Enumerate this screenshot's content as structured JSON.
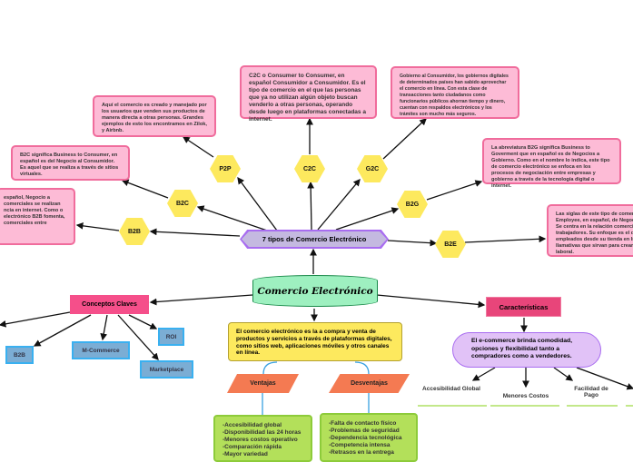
{
  "central": {
    "title": "Comercio Electrónico",
    "definition": "El comercio electrónico es la a compra y venta de productos y servicios a través de plataformas digitales, como sitios web, aplicaciones móviles y otros canales en línea."
  },
  "types": {
    "title": "7 tipos de Comercio Electrónico",
    "items": [
      {
        "label": "P2P",
        "desc": "Aquí el comercio es creado y manejado por los usuarios que venden sus productos de manera directa a otras personas. Grandes ejemplos de esto los encontramos en Zilok, y Airbnb."
      },
      {
        "label": "B2C",
        "desc": "B2C significa Business to Consumer, en español es del Negocio al Consumidor. Es aquel que se realiza a través de sitios virtuales."
      },
      {
        "label": "B2B",
        "desc": "español, Negocio a comerciales se realizan ncia en internet. Como o electrónico B2B fomenta, comerciales entre"
      },
      {
        "label": "C2C",
        "desc": "C2C o Consumer to Consumer, en español Consumidor a Consumidor. Es el tipo de comercio en el que las personas que ya no utilizan algún objeto buscan venderlo a otras personas, operando desde luego en plataformas conectadas a internet."
      },
      {
        "label": "G2C",
        "desc": "Gobierno al Consumidor, los gobiernos digitales de determinados países han sabido aprovechar el comercio en línea. Con esta clase de transacciones tanto ciudadanos como funcionarios públicos ahorran tiempo y dinero, cuentan con respaldos electrónicos y los trámites son mucho más seguros."
      },
      {
        "label": "B2G",
        "desc": "La abreviatura B2G significa Business to Goverment que en español es de Negocios a Gobierno. Como en el nombre lo indica, este tipo de comercio electrónico se enfoca en los procesos de negociación entre empresas y gobierno a través de la tecnología digital o internet."
      },
      {
        "label": "B2E",
        "desc": "Las siglas de este tipo de comerc Employee, en español, de Negoc Se centra en la relación comercia trabajadores. Su enfoque es el d empleados desde su tienda en lí llamativas que sirvan para crear laboral."
      }
    ]
  },
  "concepts": {
    "title": "Conceptos Claves",
    "items": [
      "B2B",
      "M-Commerce",
      "ROI",
      "Marketplace"
    ]
  },
  "pros": {
    "title": "Ventajas",
    "items": [
      "-Accesibilidad global",
      "-Disponibilidad las 24 horas",
      "-Menores costos operativo",
      "-Comparación rápida",
      "-Mayor variedad"
    ]
  },
  "cons": {
    "title": "Desventajas",
    "items": [
      "-Falta de contacto físico",
      "-Problemas de seguridad",
      "-Dependencia tecnológica",
      "-Competencia intensa",
      "-Retrasos en la entrega"
    ]
  },
  "features": {
    "title": "Características",
    "summary": "El e-commerce brinda comodidad, opciones y flexibilidad tanto a compradores como a vendedores.",
    "items": [
      "Accesibilidad Global",
      "Menores Costos",
      "Facilidad de Pago"
    ]
  },
  "colors": {
    "hex": "#fde95e",
    "pink": "#fdbbd6",
    "purple": "#c4b9e0",
    "green": "#9ef0c0",
    "accent": "#f54f8a"
  }
}
